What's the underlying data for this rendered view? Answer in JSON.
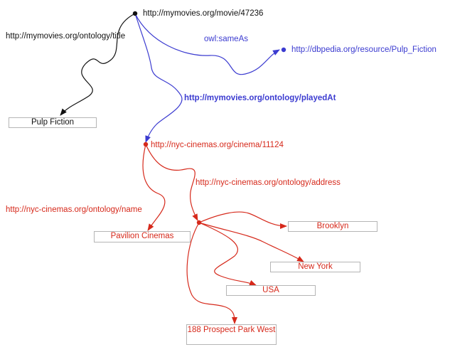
{
  "colors": {
    "black": "#111111",
    "blue": "#3b3bd0",
    "red": "#d6291b",
    "box_border": "#b5b5b5"
  },
  "nodes": {
    "movie": "http://mymovies.org/movie/47236",
    "dbpedia": "http://dbpedia.org/resource/Pulp_Fiction",
    "cinema": "http://nyc-cinemas.org/cinema/11124"
  },
  "literals": {
    "title": "Pulp Fiction",
    "cinema_name": "Pavilion Cinemas",
    "brooklyn": "Brooklyn",
    "new_york": "New York",
    "usa": "USA",
    "street": "188 Prospect Park West"
  },
  "edges": {
    "title": "http://mymovies.org/ontology/title",
    "same_as": "owl:sameAs",
    "played_at": "http://mymovies.org/ontology/playedAt",
    "address": "http://nyc-cinemas.org/ontology/address",
    "name": "http://nyc-cinemas.org/ontology/name"
  }
}
